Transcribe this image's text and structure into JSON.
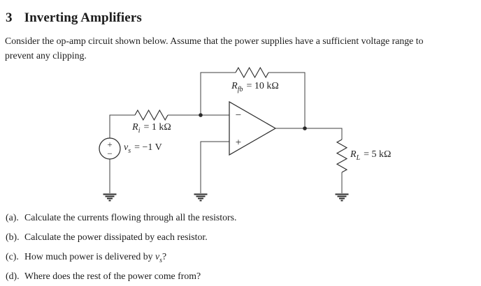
{
  "header": {
    "section_number": "3",
    "title": "Inverting Amplifiers"
  },
  "intro": {
    "line1": "Consider the op-amp circuit shown below. Assume that the power supplies have a sufficient voltage range to",
    "line2": "prevent any clipping."
  },
  "circuit": {
    "feedback_resistor": {
      "symbol": "R",
      "subscript": "fb",
      "value": "= 10 kΩ"
    },
    "input_resistor": {
      "symbol": "R",
      "subscript": "i",
      "value": "= 1 kΩ"
    },
    "voltage_source": {
      "symbol": "v",
      "subscript": "s",
      "value": "= −1 V",
      "plus_terminal": "+",
      "minus_terminal": "−"
    },
    "load_resistor": {
      "symbol": "R",
      "subscript": "L",
      "value": "= 5 kΩ"
    },
    "opamp": {
      "inverting_input": "−",
      "noninverting_input": "+"
    }
  },
  "questions": {
    "a": {
      "label": "(a).",
      "text": "Calculate the currents flowing through all the resistors."
    },
    "b": {
      "label": "(b).",
      "text": "Calculate the power dissipated by each resistor."
    },
    "c": {
      "label": "(c).",
      "text_before": "How much power is delivered by ",
      "symbol": "v",
      "subscript": "s",
      "text_after": "?"
    },
    "d": {
      "label": "(d).",
      "text": "Where does the rest of the power come from?"
    }
  },
  "colors": {
    "background": "#ffffff",
    "ink": "#1c1c1c",
    "wire": "#3f3f3f"
  }
}
